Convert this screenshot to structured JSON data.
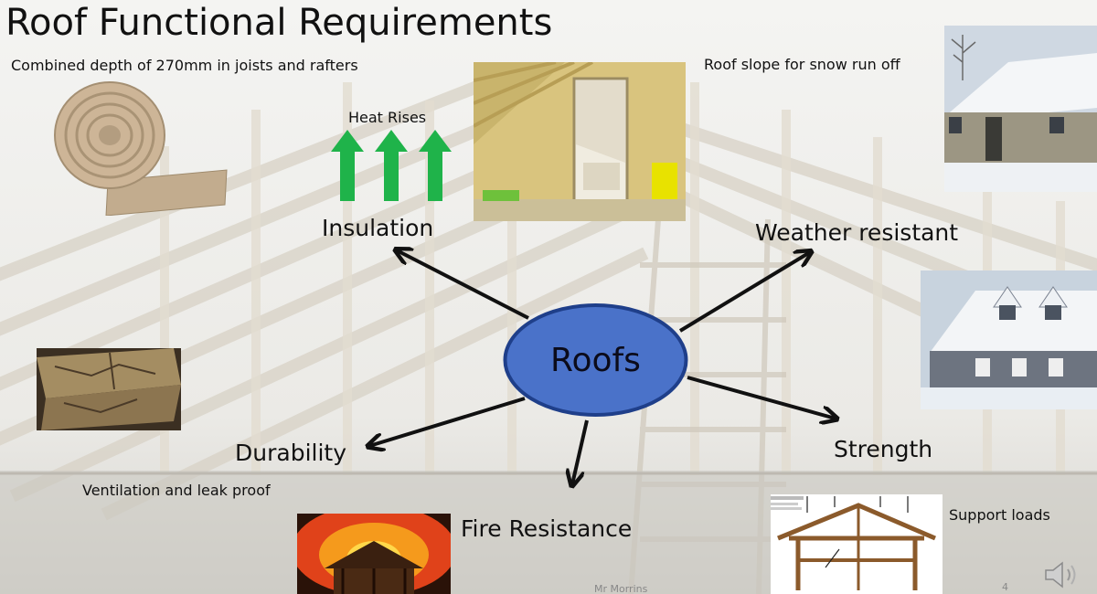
{
  "title": "Roof Functional Requirements",
  "center": "Roofs",
  "branches": {
    "insulation": "Insulation",
    "weather": "Weather resistant",
    "durability": "Durability",
    "fire": "Fire Resistance",
    "strength": "Strength"
  },
  "notes": {
    "insulation_depth": "Combined depth of 270mm in joists and rafters",
    "heat_rises": "Heat Rises",
    "snow_run_off": "Roof slope for snow run off",
    "ventilation": "Ventilation and leak proof",
    "support_loads": "Support loads"
  },
  "footer": {
    "author": "Mr Morrins",
    "page": "4"
  },
  "colors": {
    "node_fill": "#4a72c9",
    "node_stroke": "#1f3f8a",
    "arrow_green": "#1fb34a",
    "arrow_black": "#111111"
  },
  "icons": {
    "audio": "speaker-icon",
    "heat": "up-arrow-icon"
  }
}
